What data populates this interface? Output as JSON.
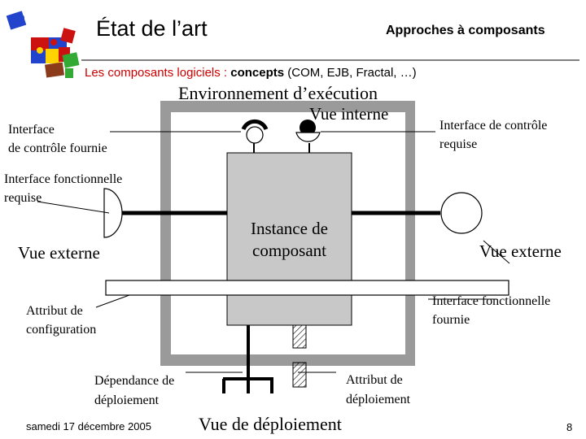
{
  "header": {
    "title": "État de l’art",
    "section": "Approches à composants",
    "logo_icon": "puzzle-icon"
  },
  "subtitle": {
    "topic": "Les composants logiciels :",
    "emphasis": "concepts",
    "examples": "(COM, EJB, Fractal, …)"
  },
  "diagram": {
    "environment_label": "Environnement d’exécution",
    "internal_view": "Vue interne",
    "component_instance": [
      "Instance de",
      "composant"
    ],
    "external_view_left": "Vue externe",
    "external_view_right": "Vue externe",
    "control_interface_provided": [
      "Interface",
      "de contrôle fournie"
    ],
    "control_interface_required": [
      "Interface de contrôle",
      "requise"
    ],
    "functional_interface_required": [
      "Interface fonctionnelle",
      "requise"
    ],
    "functional_interface_provided": [
      "Interface fonctionnelle",
      "fournie"
    ],
    "configuration_attribute": [
      "Attribut de",
      "configuration"
    ],
    "deployment_dependency": [
      "Dépendance de",
      "déploiement"
    ],
    "deployment_attribute": [
      "Attribut de",
      "déploiement"
    ],
    "deployment_view": "Vue de déploiement",
    "colors": {
      "environment": "#9a9a9a",
      "component": "#c8c8c8"
    }
  },
  "footer": {
    "date": "samedi 17 décembre 2005",
    "page": "8"
  }
}
